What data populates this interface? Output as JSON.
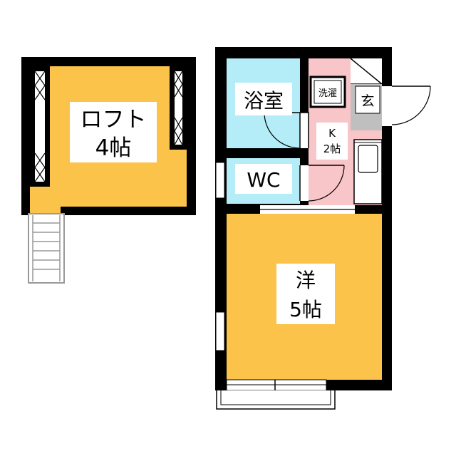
{
  "loft": {
    "name": "ロフト",
    "size": "4帖"
  },
  "bathroom": {
    "name": "浴室"
  },
  "laundry": {
    "name": "洗濯"
  },
  "entrance": {
    "name": "玄"
  },
  "kitchen": {
    "name": "K",
    "size": "2帖"
  },
  "toilet": {
    "name": "WC"
  },
  "western_room": {
    "name": "洋",
    "size": "5帖"
  },
  "colors": {
    "room_orange": "#fbc349",
    "bath_blue": "#b4ecf7",
    "kitchen_pink": "#f8c5c8",
    "wall": "#000000",
    "entrance_gray": "#bfbfbf"
  }
}
